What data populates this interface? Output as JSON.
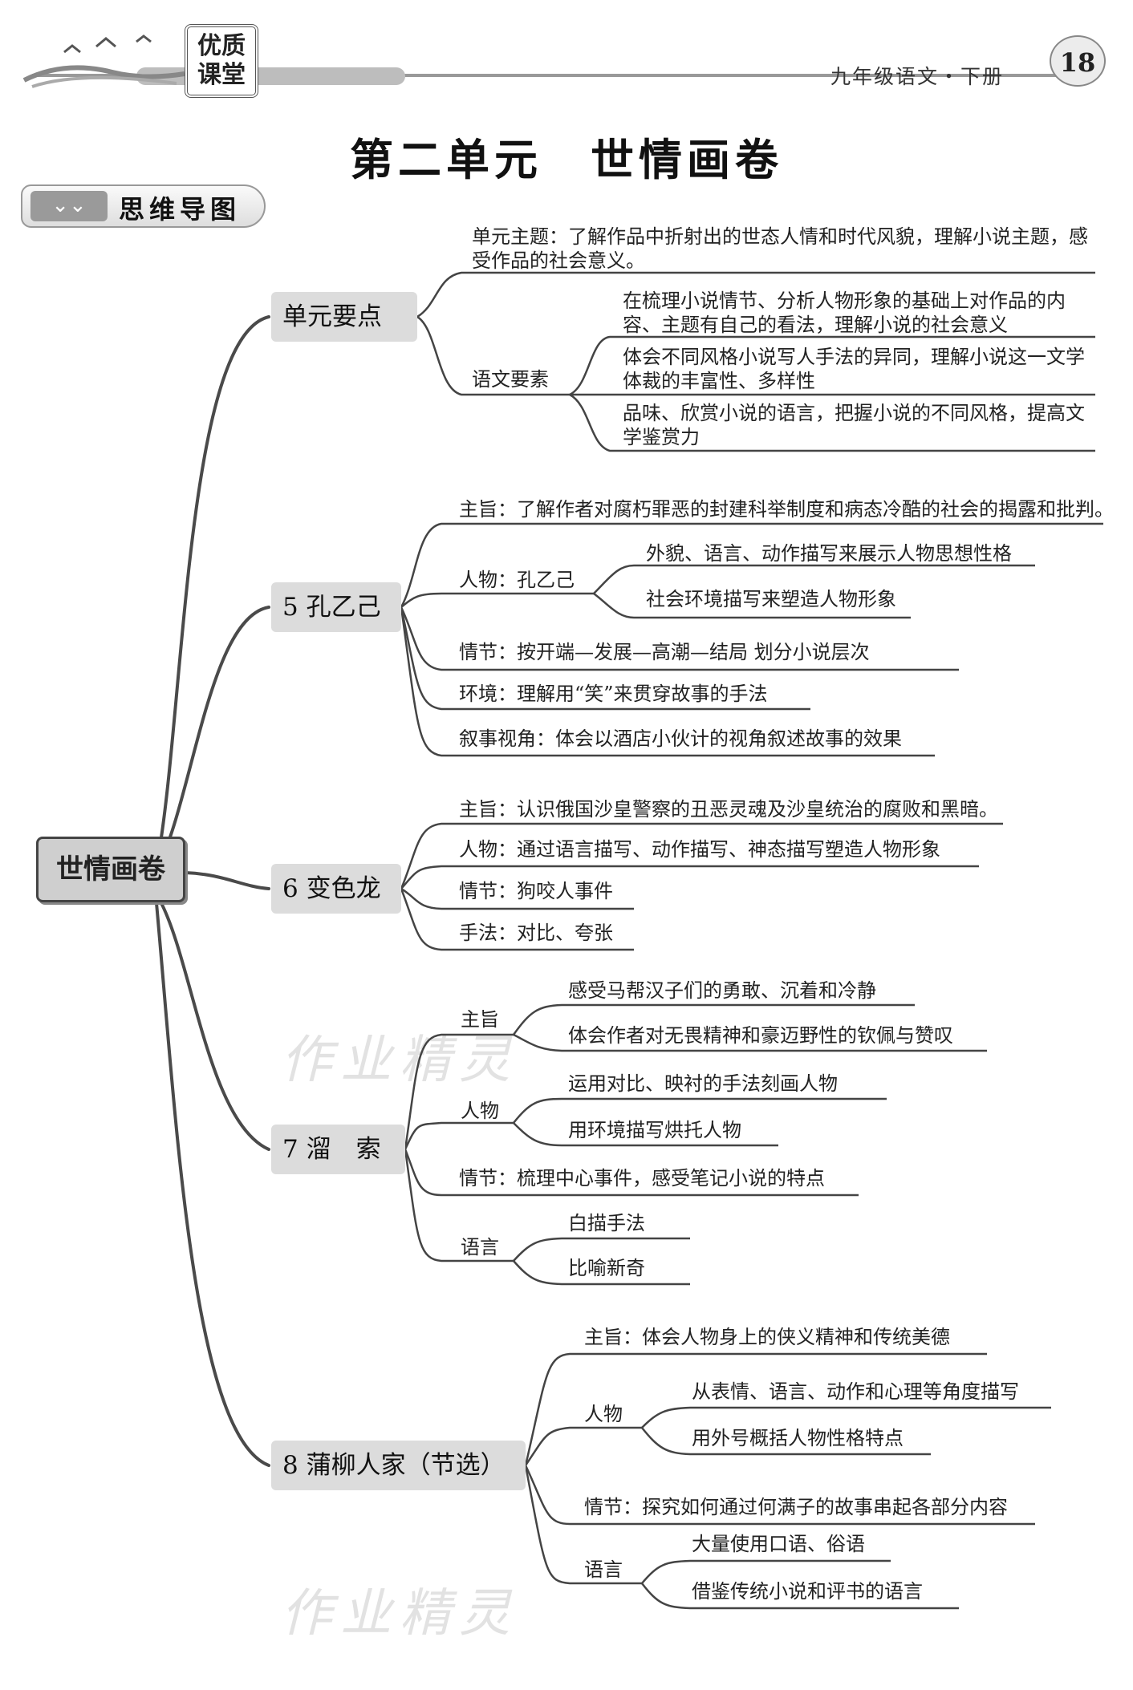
{
  "header": {
    "logo_line1": "优质",
    "logo_line2": "课堂",
    "subject": "九年级语文・下册",
    "page_number": "18"
  },
  "title": "第二单元　世情画卷",
  "section_label": "思维导图",
  "watermark": "作业精灵",
  "mindmap": {
    "root": "世情画卷",
    "unit_points": {
      "label": "单元要点",
      "theme": "单元主题：了解作品中折射出的世态人情和时代风貌，理解小说主题，感受作品的社会意义。",
      "elements_label": "语文要素",
      "elements": [
        "在梳理小说情节、分析人物形象的基础上对作品的内容、主题有自己的看法，理解小说的社会意义",
        "体会不同风格小说写人手法的异同，理解小说这一文学体裁的丰富性、多样性",
        "品味、欣赏小说的语言，把握小说的不同风格，提高文学鉴赏力"
      ]
    },
    "lesson5": {
      "label": "5 孔乙己",
      "theme": "主旨：了解作者对腐朽罪恶的封建科举制度和病态冷酷的社会的揭露和批判。",
      "character_label": "人物：孔乙己",
      "character_items": [
        "外貌、语言、动作描写来展示人物思想性格",
        "社会环境描写来塑造人物形象"
      ],
      "plot": "情节：按开端—发展—高潮—结局 划分小说层次",
      "environment": "环境：理解用“笑”来贯穿故事的手法",
      "perspective": "叙事视角：体会以酒店小伙计的视角叙述故事的效果"
    },
    "lesson6": {
      "label": "6 变色龙",
      "theme": "主旨：认识俄国沙皇警察的丑恶灵魂及沙皇统治的腐败和黑暗。",
      "character": "人物：通过语言描写、动作描写、神态描写塑造人物形象",
      "plot": "情节：狗咬人事件",
      "technique": "手法：对比、夸张"
    },
    "lesson7": {
      "label": "7 溜　索",
      "theme_label": "主旨",
      "theme_items": [
        "感受马帮汉子们的勇敢、沉着和冷静",
        "体会作者对无畏精神和豪迈野性的钦佩与赞叹"
      ],
      "character_label": "人物",
      "character_items": [
        "运用对比、映衬的手法刻画人物",
        "用环境描写烘托人物"
      ],
      "plot": "情节：梳理中心事件，感受笔记小说的特点",
      "language_label": "语言",
      "language_items": [
        "白描手法",
        "比喻新奇"
      ]
    },
    "lesson8": {
      "label": "8 蒲柳人家（节选）",
      "theme": "主旨：体会人物身上的侠义精神和传统美德",
      "character_label": "人物",
      "character_items": [
        "从表情、语言、动作和心理等角度描写",
        "用外号概括人物性格特点"
      ],
      "plot": "情节：探究如何通过何满子的故事串起各部分内容",
      "language_label": "语言",
      "language_items": [
        "大量使用口语、俗语",
        "借鉴传统小说和评书的语言"
      ]
    }
  }
}
